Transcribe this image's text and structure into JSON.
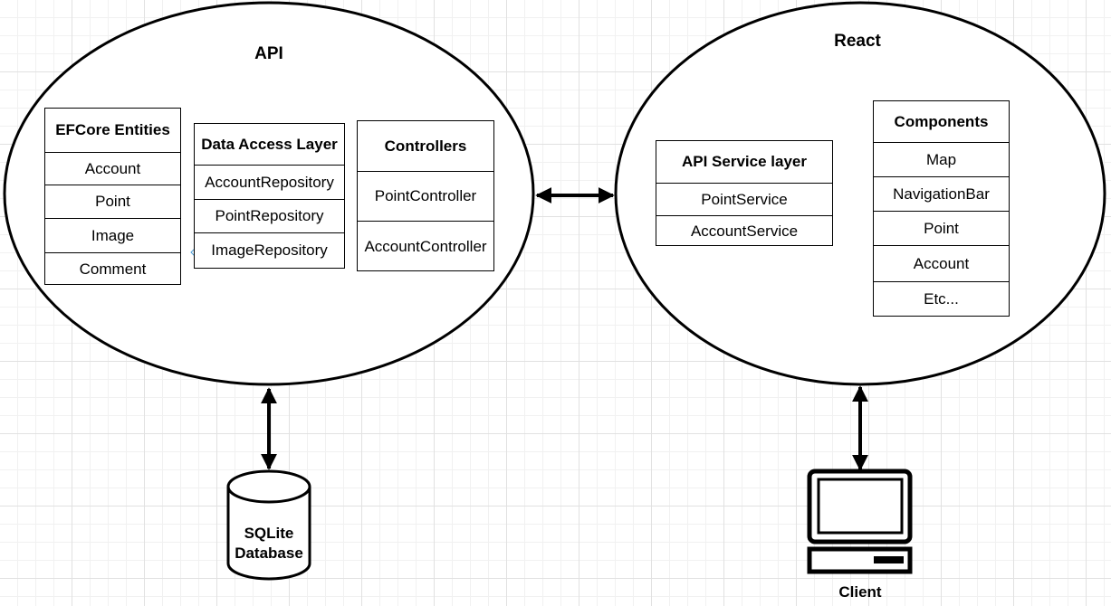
{
  "api": {
    "title": "API",
    "entities": {
      "header": "EFCore Entities",
      "items": [
        "Account",
        "Point",
        "Image",
        "Comment"
      ]
    },
    "data_access": {
      "header": "Data Access Layer",
      "items": [
        "AccountRepository",
        "PointRepository",
        "ImageRepository"
      ]
    },
    "controllers": {
      "header": "Controllers",
      "items": [
        "PointController",
        "AccountController"
      ]
    }
  },
  "react": {
    "title": "React",
    "service_layer": {
      "header": "API Service layer",
      "items": [
        "PointService",
        "AccountService"
      ]
    },
    "components": {
      "header": "Components",
      "items": [
        "Map",
        "NavigationBar",
        "Point",
        "Account",
        "Etc..."
      ]
    }
  },
  "database": {
    "line1": "SQLite",
    "line2": "Database"
  },
  "client": {
    "label": "Client"
  }
}
